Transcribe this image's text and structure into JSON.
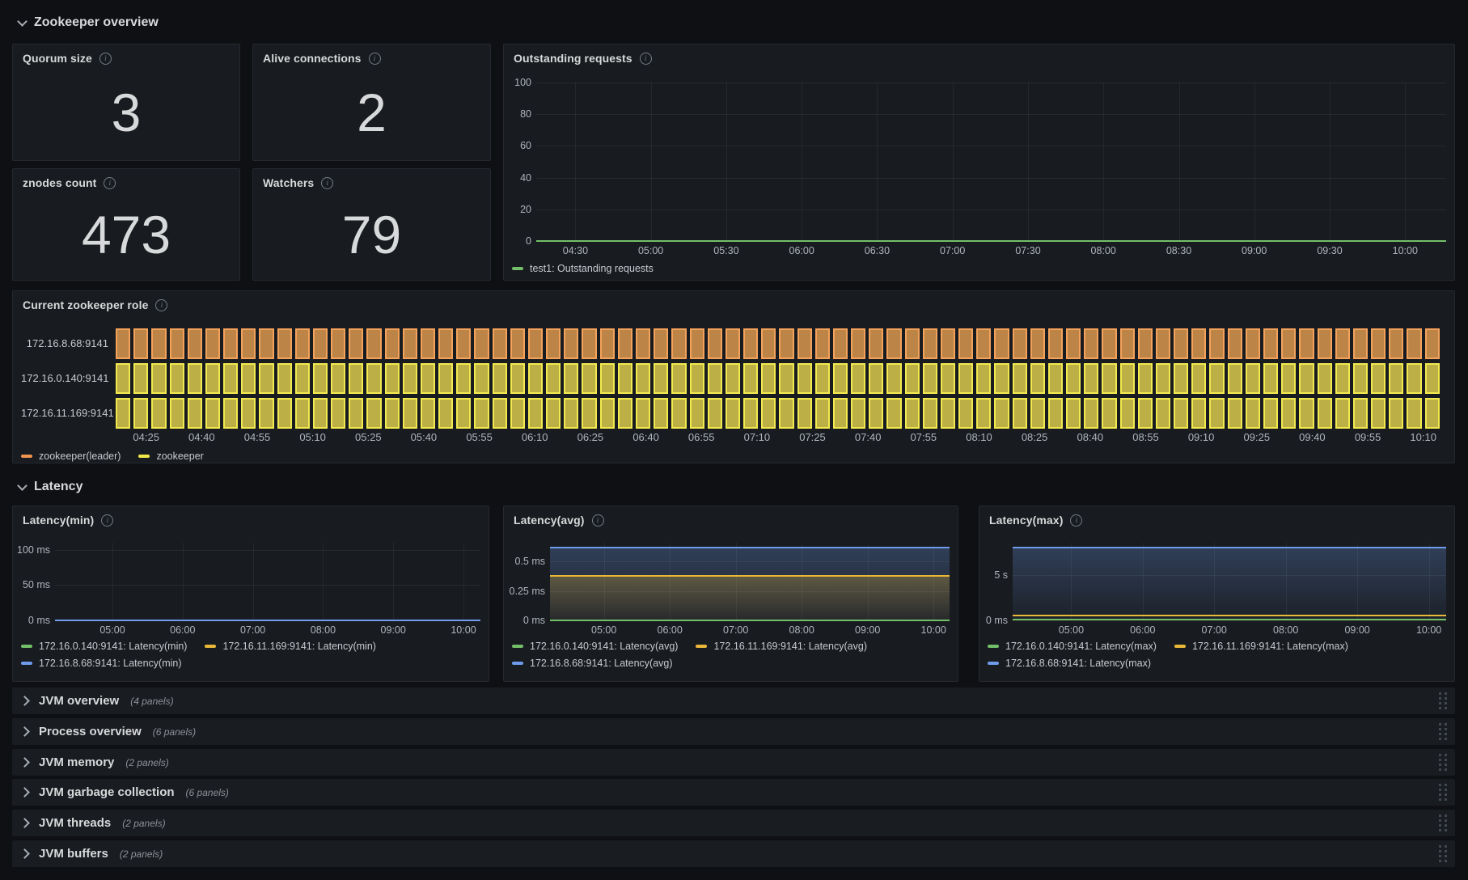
{
  "sections": [
    {
      "title": "Zookeeper overview"
    },
    {
      "title": "Latency"
    }
  ],
  "stat_panels": [
    {
      "title": "Quorum size",
      "value": "3"
    },
    {
      "title": "Alive connections",
      "value": "2"
    },
    {
      "title": "znodes count",
      "value": "473"
    },
    {
      "title": "Watchers",
      "value": "79"
    }
  ],
  "chart_data": [
    {
      "id": "outstanding-requests",
      "type": "line",
      "title": "Outstanding requests",
      "x_ticks": [
        "04:30",
        "05:00",
        "05:30",
        "06:00",
        "06:30",
        "07:00",
        "07:30",
        "08:00",
        "08:30",
        "09:00",
        "09:30",
        "10:00"
      ],
      "y_ticks": [
        {
          "label": "100",
          "value": 100
        },
        {
          "label": "80",
          "value": 80
        },
        {
          "label": "60",
          "value": 60
        },
        {
          "label": "40",
          "value": 40
        },
        {
          "label": "20",
          "value": 20
        },
        {
          "label": "0",
          "value": 0
        }
      ],
      "ylim": [
        0,
        100
      ],
      "grid": true,
      "legend_position": "bottom",
      "series": [
        {
          "name": "test1: Outstanding requests",
          "color": "#73BF69",
          "value": 0,
          "fill": false
        }
      ]
    },
    {
      "id": "current-zookeeper-role",
      "type": "state-timeline",
      "title": "Current zookeeper role",
      "rows": [
        {
          "label": "172.16.8.68:9141",
          "state": "zookeeper(leader)"
        },
        {
          "label": "172.16.0.140:9141",
          "state": "zookeeper"
        },
        {
          "label": "172.16.11.169:9141",
          "state": "zookeeper"
        }
      ],
      "states": [
        {
          "name": "zookeeper(leader)",
          "fill": "#BD8448",
          "border": "#F4A25A",
          "legend": "#F0944F"
        },
        {
          "name": "zookeeper",
          "fill": "#BBAF45",
          "border": "#F2E94E",
          "legend": "#F2E949"
        }
      ],
      "segments_per_row": 74,
      "x_ticks": [
        "04:25",
        "04:40",
        "04:55",
        "05:10",
        "05:25",
        "05:40",
        "05:55",
        "06:10",
        "06:25",
        "06:40",
        "06:55",
        "07:10",
        "07:25",
        "07:40",
        "07:55",
        "08:10",
        "08:25",
        "08:40",
        "08:55",
        "09:10",
        "09:25",
        "09:40",
        "09:55",
        "10:10"
      ],
      "legend_position": "bottom"
    },
    {
      "id": "latency-min",
      "type": "line",
      "title": "Latency(min)",
      "x_ticks": [
        "05:00",
        "06:00",
        "07:00",
        "08:00",
        "09:00",
        "10:00"
      ],
      "y_ticks": [
        {
          "label": "100 ms",
          "value": 100
        },
        {
          "label": "50 ms",
          "value": 50
        },
        {
          "label": "0 ms",
          "value": 0
        }
      ],
      "ylim": [
        0,
        110
      ],
      "grid": true,
      "legend_position": "bottom",
      "series": [
        {
          "name": "172.16.0.140:9141: Latency(min)",
          "color": "#73BF69",
          "value": 0,
          "fill": false
        },
        {
          "name": "172.16.11.169:9141: Latency(min)",
          "color": "#EAB839",
          "value": 0,
          "fill": false
        },
        {
          "name": "172.16.8.68:9141: Latency(min)",
          "color": "#6E9BEB",
          "value": 0,
          "fill": false
        }
      ]
    },
    {
      "id": "latency-avg",
      "type": "line",
      "title": "Latency(avg)",
      "x_ticks": [
        "05:00",
        "06:00",
        "07:00",
        "08:00",
        "09:00",
        "10:00"
      ],
      "y_ticks": [
        {
          "label": "0.5 ms",
          "value": 0.5
        },
        {
          "label": "0.25 ms",
          "value": 0.25
        },
        {
          "label": "0 ms",
          "value": 0
        }
      ],
      "ylim": [
        0,
        0.66
      ],
      "grid": true,
      "legend_position": "bottom",
      "series": [
        {
          "name": "172.16.0.140:9141: Latency(avg)",
          "color": "#73BF69",
          "value": 0,
          "fill": false
        },
        {
          "name": "172.16.11.169:9141: Latency(avg)",
          "color": "#EAB839",
          "value": 0.38,
          "fill": true
        },
        {
          "name": "172.16.8.68:9141: Latency(avg)",
          "color": "#6E9BEB",
          "value": 0.62,
          "fill": true
        }
      ]
    },
    {
      "id": "latency-max",
      "type": "line",
      "title": "Latency(max)",
      "x_ticks": [
        "05:00",
        "06:00",
        "07:00",
        "08:00",
        "09:00",
        "10:00"
      ],
      "y_ticks": [
        {
          "label": "5 s",
          "value": 5
        },
        {
          "label": "0 ms",
          "value": 0
        }
      ],
      "ylim": [
        0,
        8.6
      ],
      "grid": true,
      "legend_position": "bottom",
      "series": [
        {
          "name": "172.16.0.140:9141: Latency(max)",
          "color": "#73BF69",
          "value": 0.12,
          "fill": false
        },
        {
          "name": "172.16.11.169:9141: Latency(max)",
          "color": "#EAB839",
          "value": 0.55,
          "fill": false
        },
        {
          "name": "172.16.8.68:9141: Latency(max)",
          "color": "#6E9BEB",
          "value": 8.1,
          "fill": true
        }
      ]
    }
  ],
  "collapsed_rows": [
    {
      "title": "JVM overview",
      "count": "(4 panels)"
    },
    {
      "title": "Process overview",
      "count": "(6 panels)"
    },
    {
      "title": "JVM memory",
      "count": "(2 panels)"
    },
    {
      "title": "JVM garbage collection",
      "count": "(6 panels)"
    },
    {
      "title": "JVM threads",
      "count": "(2 panels)"
    },
    {
      "title": "JVM buffers",
      "count": "(2 panels)"
    }
  ],
  "theme": {
    "page_bg": "#0e1014",
    "panel_bg": "#181b1f",
    "panel_border": "#25282e",
    "text_primary": "#d8d9da",
    "text_axis": "#b0b4be",
    "green": "#73BF69",
    "yellow": "#EAB839",
    "blue": "#6E9BEB",
    "timeline_orange_fill": "#BD8448",
    "timeline_orange_border": "#F4A25A",
    "timeline_yellow_fill": "#BBAF45",
    "timeline_yellow_border": "#F2E94E"
  }
}
